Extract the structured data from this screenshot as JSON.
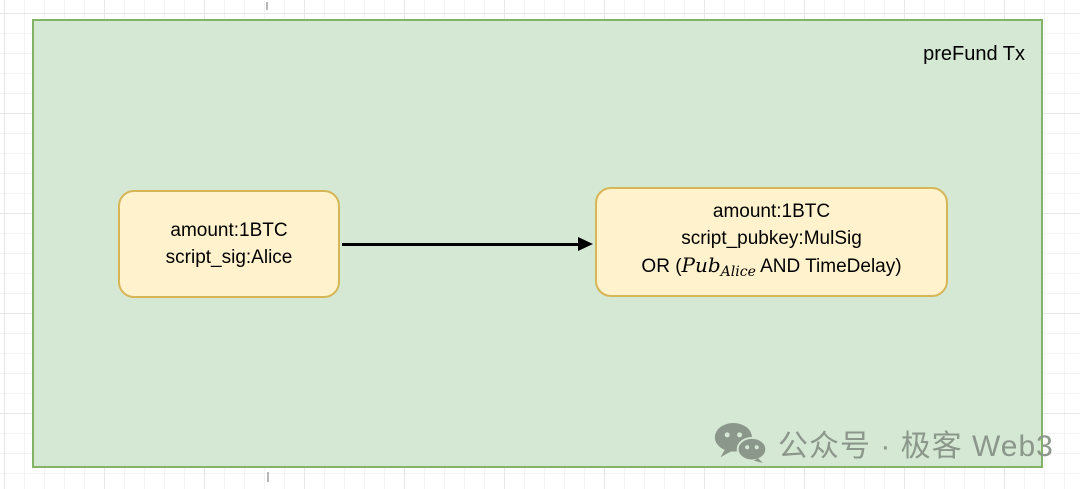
{
  "colors": {
    "container_fill": "#d5e8d4",
    "container_border": "#82b366",
    "node_fill": "#fff2cc",
    "node_border": "#d6b656",
    "edge": "#000000",
    "watermark": "#8b978b",
    "grid_minor": "#f3f3f3",
    "grid_major": "#e7e7e7"
  },
  "diagram": {
    "container_label": "preFund Tx",
    "input_node": {
      "line1": "amount:1BTC",
      "line2": "script_sig:Alice"
    },
    "output_node": {
      "line1": "amount:1BTC",
      "line2": "script_pubkey:MulSig",
      "line3_prefix": "OR (",
      "line3_math": "Pub",
      "line3_subscript": "Alice",
      "line3_suffix": " AND TimeDelay)"
    }
  },
  "watermark": {
    "icon": "wechat-icon",
    "text": "公众号 · 极客 Web3"
  }
}
